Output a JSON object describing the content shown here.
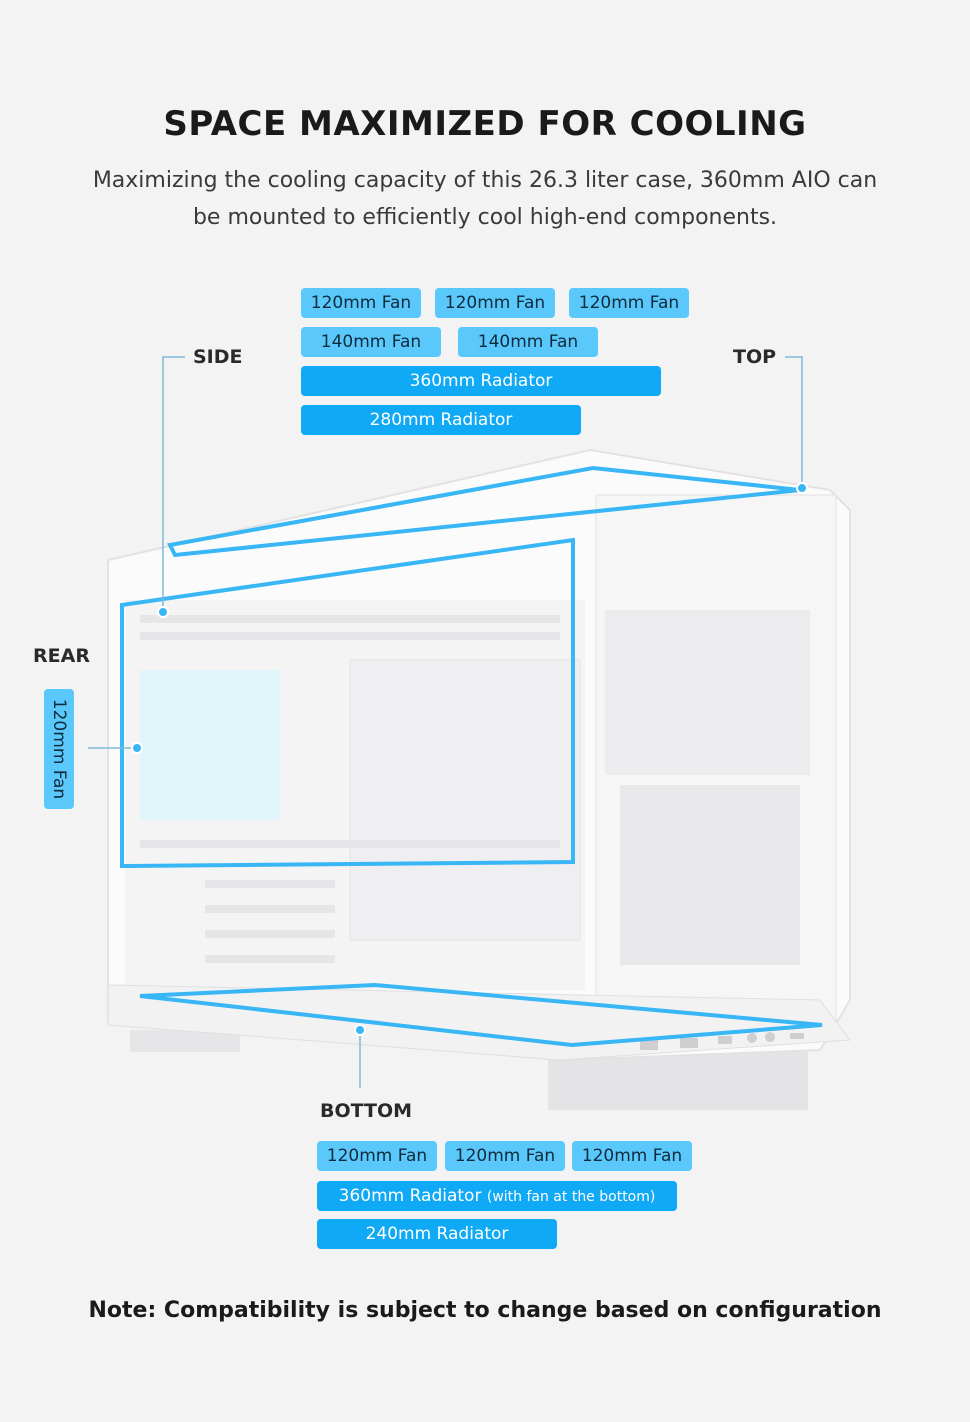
{
  "header": {
    "title": "SPACE MAXIMIZED FOR COOLING",
    "subtitle": "Maximizing the cooling capacity of this 26.3 liter case, 360mm AIO can be mounted to efficiently cool high-end components."
  },
  "top_section": {
    "fans_row1": [
      "120mm Fan",
      "120mm Fan",
      "120mm Fan"
    ],
    "fans_row2": [
      "140mm Fan",
      "140mm Fan"
    ],
    "radiator_1": "360mm Radiator",
    "radiator_2": "280mm Radiator"
  },
  "labels": {
    "side": "SIDE",
    "top": "TOP",
    "rear": "REAR",
    "bottom": "BOTTOM"
  },
  "rear_section": {
    "fan": "120mm Fan"
  },
  "bottom_section": {
    "fans": [
      "120mm Fan",
      "120mm Fan",
      "120mm Fan"
    ],
    "radiator_1": "360mm Radiator",
    "radiator_1_note": "(with fan at the bottom)",
    "radiator_2": "240mm Radiator"
  },
  "footer": {
    "note": "Note: Compatibility is subject to change based on configuration"
  },
  "colors": {
    "chip_light": "#5ac8fb",
    "chip_dark": "#0fa9f5",
    "outline": "#38b6f5"
  }
}
